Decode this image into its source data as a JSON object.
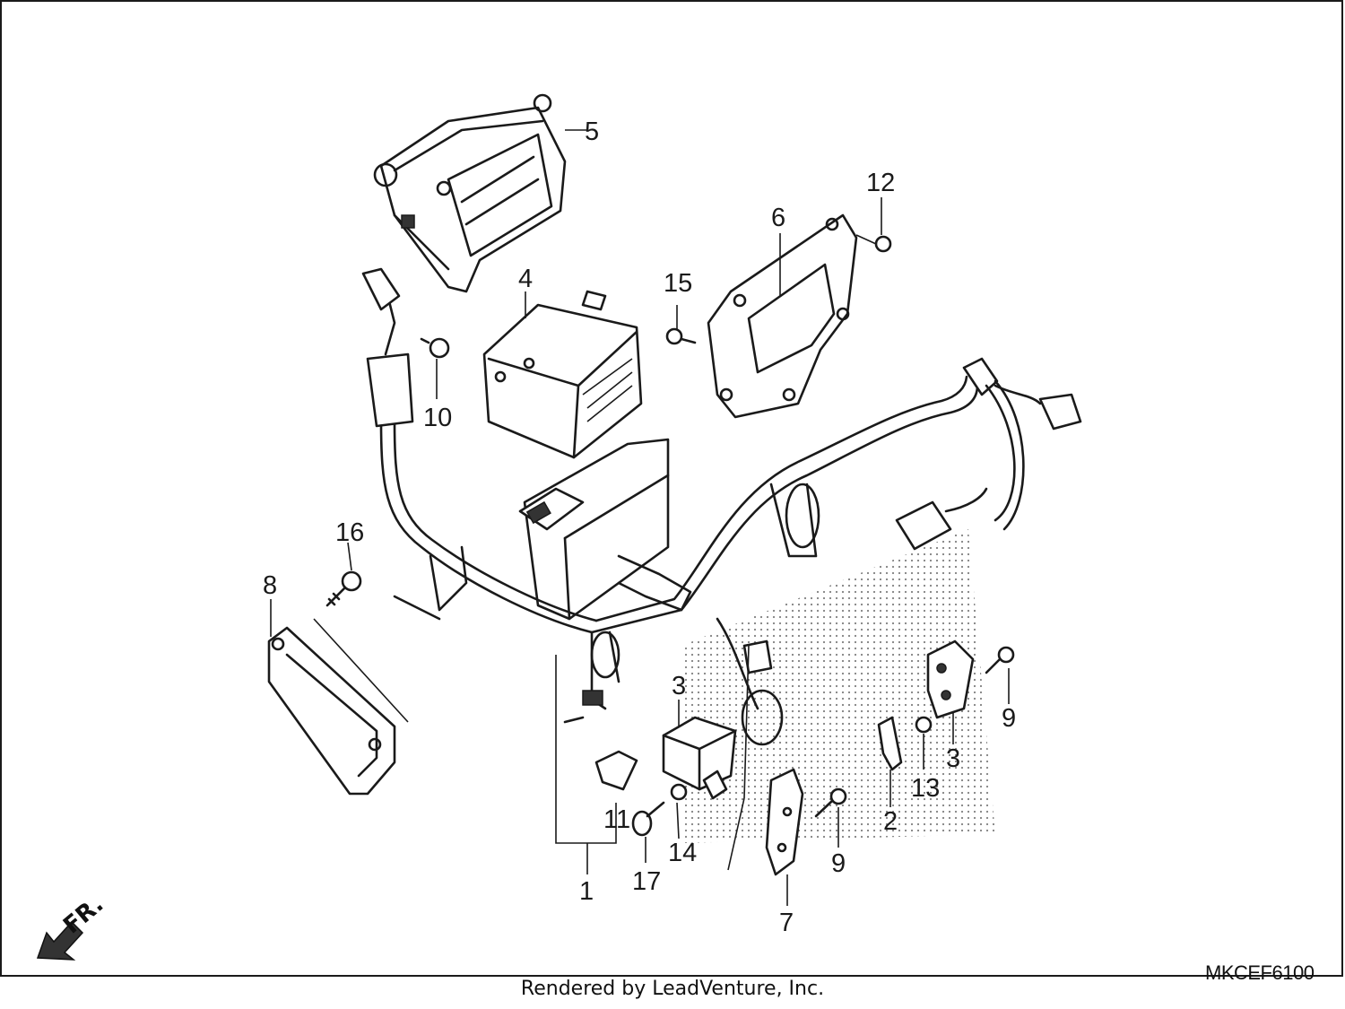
{
  "callouts": {
    "c1": "1",
    "c2": "2",
    "c3a": "3",
    "c3b": "3",
    "c4": "4",
    "c5": "5",
    "c6": "6",
    "c7": "7",
    "c8": "8",
    "c9a": "9",
    "c9b": "9",
    "c10": "10",
    "c11": "11",
    "c12": "12",
    "c13": "13",
    "c14": "14",
    "c15": "15",
    "c16": "16",
    "c17": "17"
  },
  "direction_label": "FR.",
  "diagram_code": "MKCEF6100",
  "footer_text": "Rendered by LeadVenture, Inc."
}
